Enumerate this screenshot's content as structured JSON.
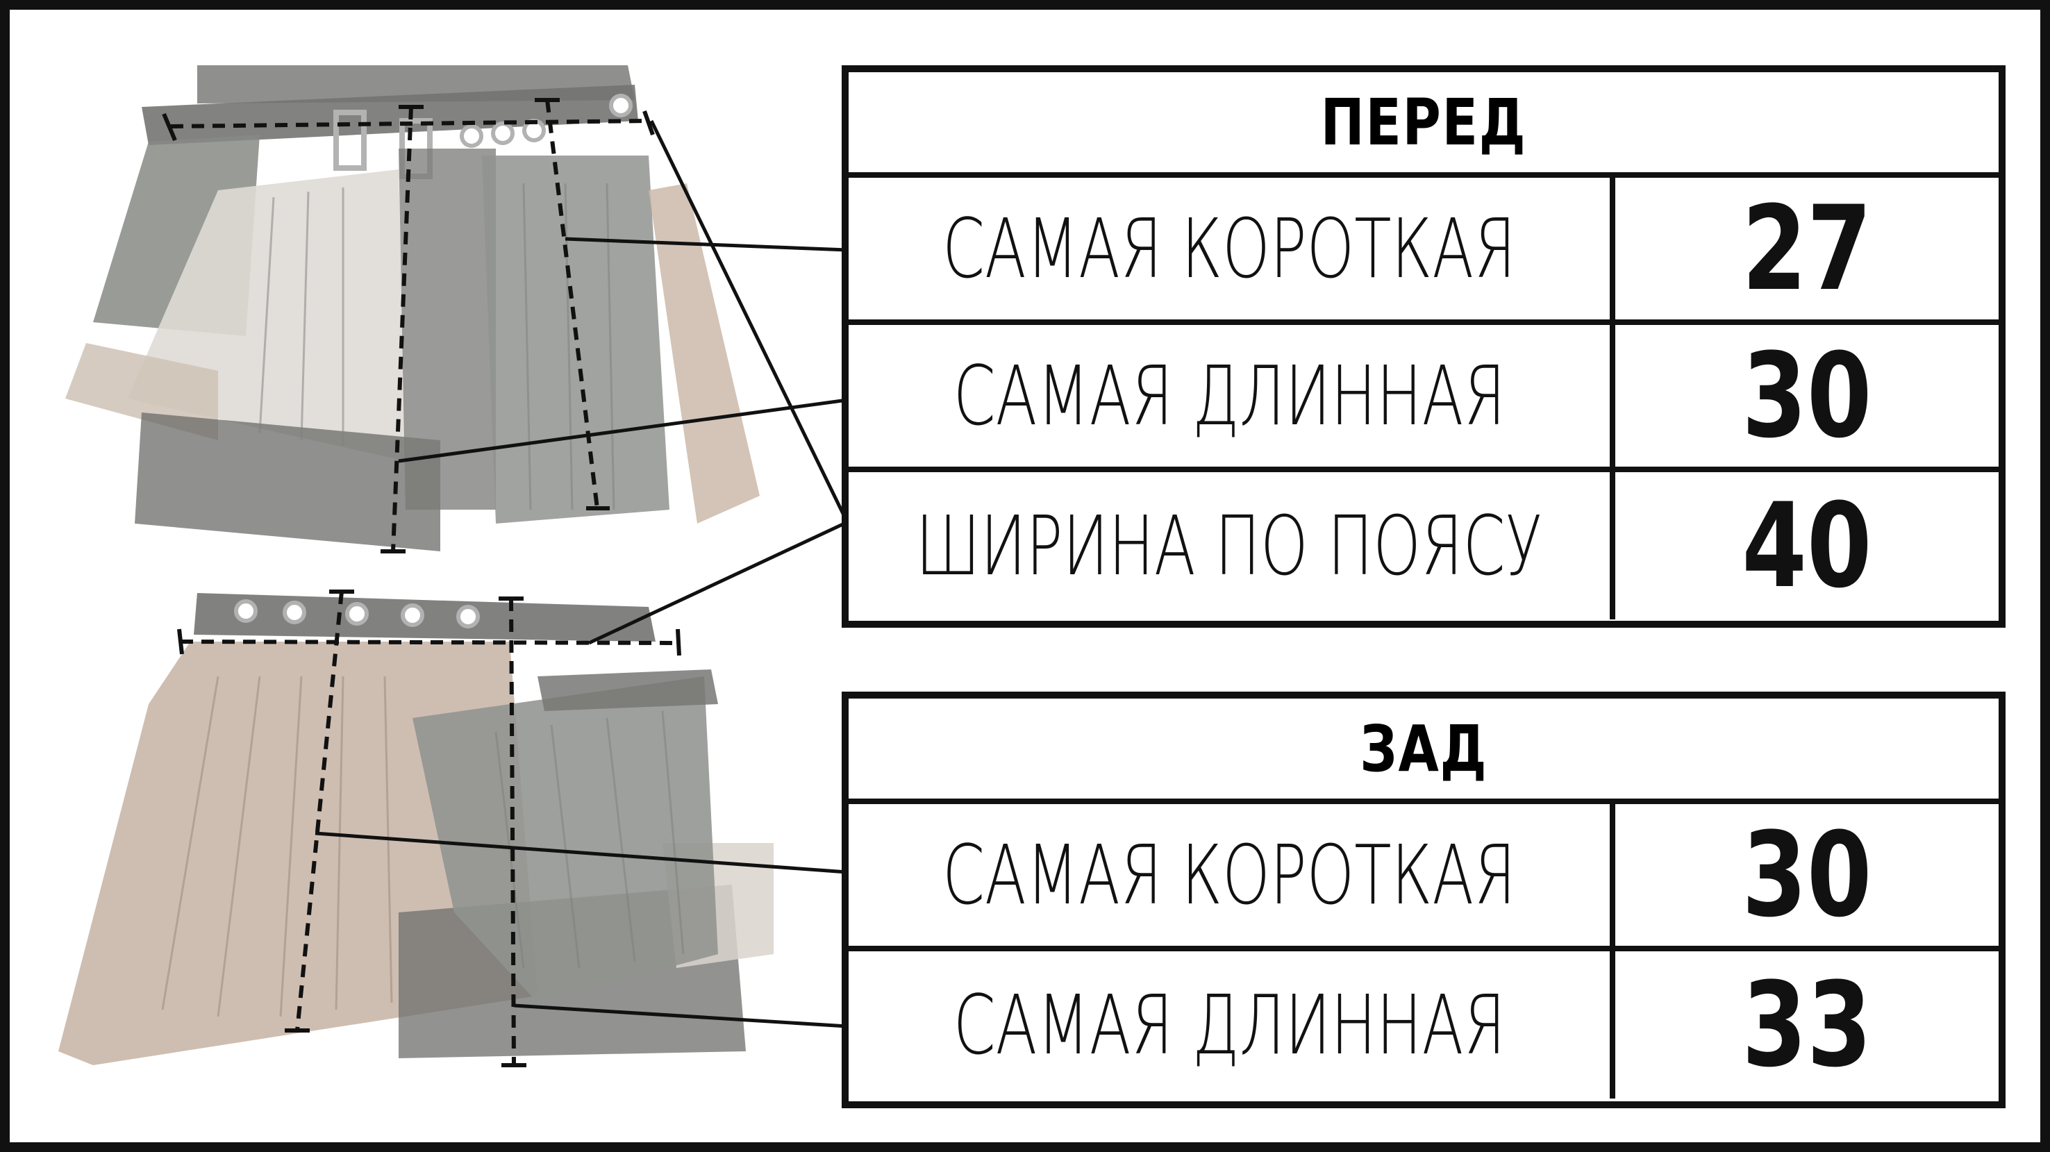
{
  "front": {
    "title": "ПЕРЕД",
    "rows": [
      {
        "label": "САМАЯ КОРОТКАЯ",
        "value": "27"
      },
      {
        "label": "САМАЯ ДЛИННАЯ",
        "value": "30"
      },
      {
        "label": "ШИРИНА ПО ПОЯСУ",
        "value": "40"
      }
    ]
  },
  "back": {
    "title": "ЗАД",
    "rows": [
      {
        "label": "САМАЯ КОРОТКАЯ",
        "value": "30"
      },
      {
        "label": "САМАЯ ДЛИННАЯ",
        "value": "33"
      }
    ]
  },
  "colors": {
    "border": "#111111",
    "skirt_dark": "#5c5c58",
    "skirt_grey": "#7a7d77",
    "skirt_light": "#cfc8c0",
    "skirt_tan": "#b39a86",
    "belt": "#3a3a3a"
  }
}
